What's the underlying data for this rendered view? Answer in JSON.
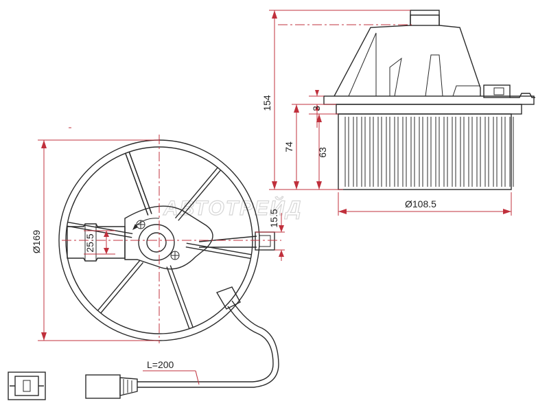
{
  "dimensions": {
    "overall_height": "154",
    "fan_height": "74",
    "blade_height": "63",
    "flange_thickness": "3",
    "fan_diameter": "Ø108.5",
    "housing_diameter": "Ø169",
    "bracket_width": "25.5",
    "connector_offset": "15.5",
    "cable_length": "L=200"
  },
  "watermark": "АВТОТРЕЙД",
  "colors": {
    "line": "#2a2a2a",
    "dimension": "#c0303c",
    "watermark": "#d6d6d6"
  }
}
